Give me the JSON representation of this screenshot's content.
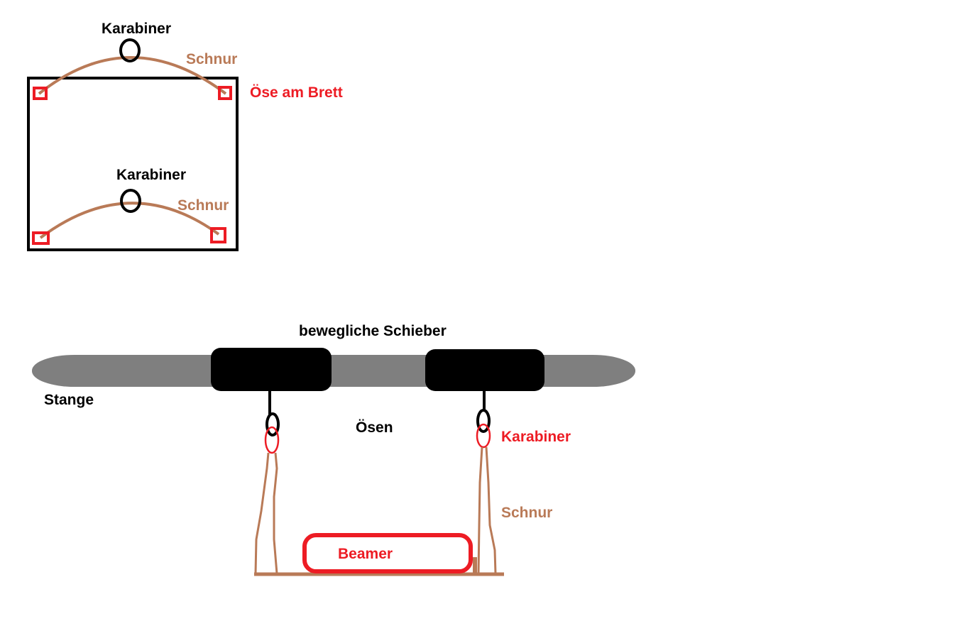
{
  "colors": {
    "black": "#000000",
    "rope": "#b97a57",
    "red": "#ed1c24",
    "bar": "#7f7f7f"
  },
  "top_view": {
    "upper": {
      "carabiner_label": "Karabiner",
      "rope_label": "Schnur",
      "eyelet_label": "Öse am Brett"
    },
    "lower": {
      "carabiner_label": "Karabiner",
      "rope_label": "Schnur"
    }
  },
  "side_view": {
    "sliders_label": "bewegliche Schieber",
    "rod_label": "Stange",
    "eyelets_label": "Ösen",
    "carabiner_label": "Karabiner",
    "rope_label": "Schnur",
    "projector_label": "Beamer"
  }
}
